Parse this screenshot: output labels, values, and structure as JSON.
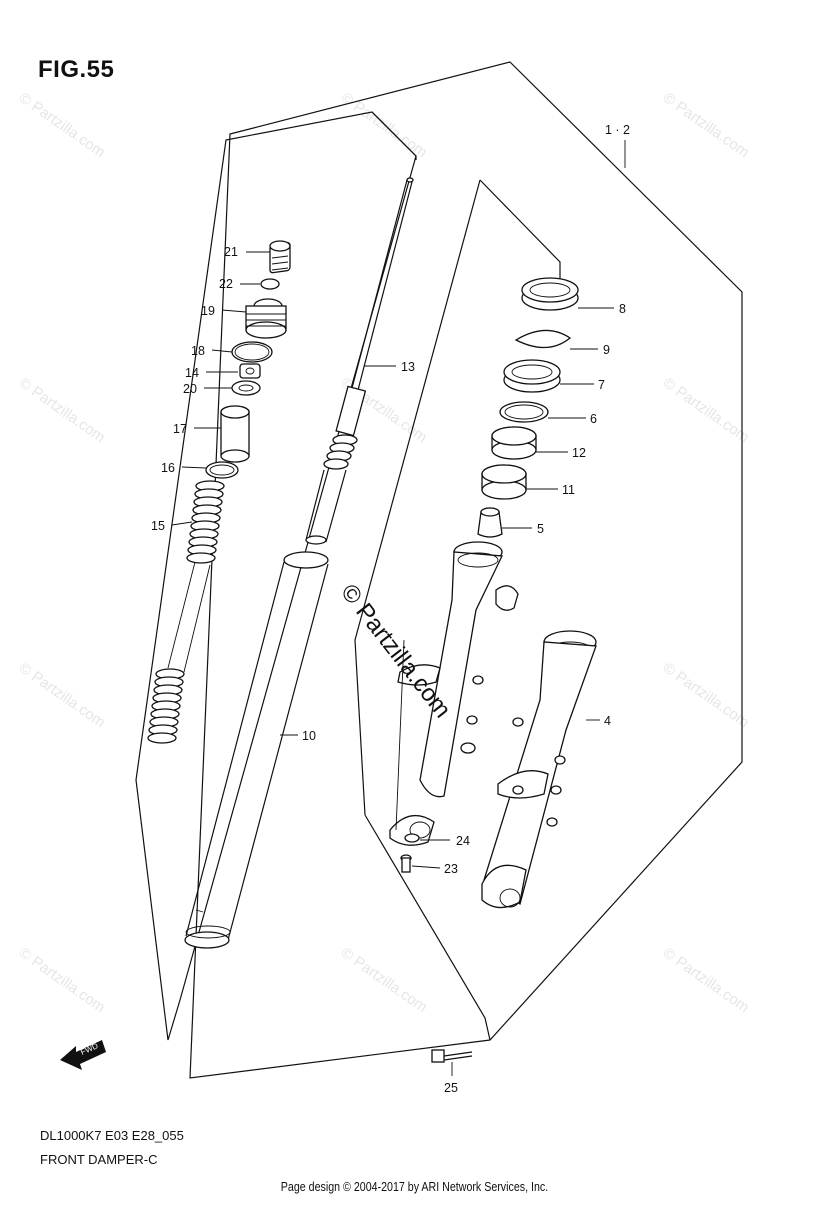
{
  "figure": {
    "title": "FIG.55",
    "model_code": "DL1000K7 E03 E28_055",
    "section_name": "FRONT DAMPER-C"
  },
  "footer": {
    "text": "Page design © 2004-2017 by ARI Network Services, Inc."
  },
  "watermark": {
    "text": "© Partzilla.com"
  },
  "direction_icon": {
    "label": "FWD",
    "icon": "forward-arrow-icon"
  },
  "callouts": {
    "c1_2": "1 · 2",
    "c4": "4",
    "c5": "5",
    "c6": "6",
    "c7": "7",
    "c8": "8",
    "c9": "9",
    "c10": "10",
    "c11": "11",
    "c12": "12",
    "c13": "13",
    "c14": "14",
    "c15": "15",
    "c16": "16",
    "c17": "17",
    "c18": "18",
    "c19": "19",
    "c20": "20",
    "c21": "21",
    "c22": "22",
    "c23": "23",
    "c24": "24",
    "c25": "25"
  }
}
